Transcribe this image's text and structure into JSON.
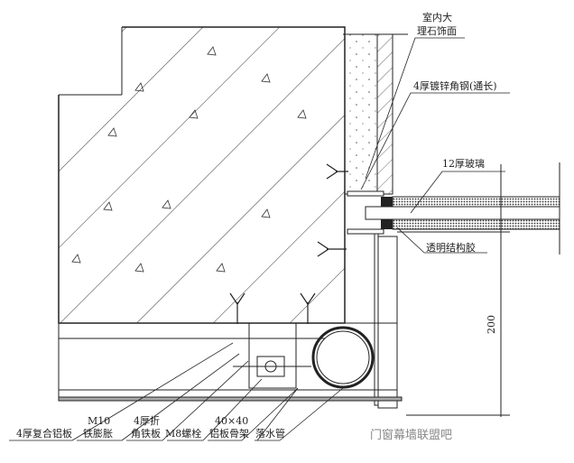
{
  "drawing": {
    "labels": {
      "marble": [
        "室内大",
        "理石饰面"
      ],
      "angle_steel": "4厚镀锌角钢(通长)",
      "glass": "12厚玻璃",
      "sealant": "透明结构胶",
      "dimension": "200",
      "composite_panel": "4厚复合铝板",
      "anchor": [
        "M10",
        "铁膨胀"
      ],
      "bent_plate": [
        "4厚折",
        "角铁板"
      ],
      "bolt": "M8螺栓",
      "frame": [
        "40×40",
        "铝板骨架"
      ],
      "drain_pipe": "落水管"
    },
    "watermark": "门窗幕墙联盟吧"
  }
}
